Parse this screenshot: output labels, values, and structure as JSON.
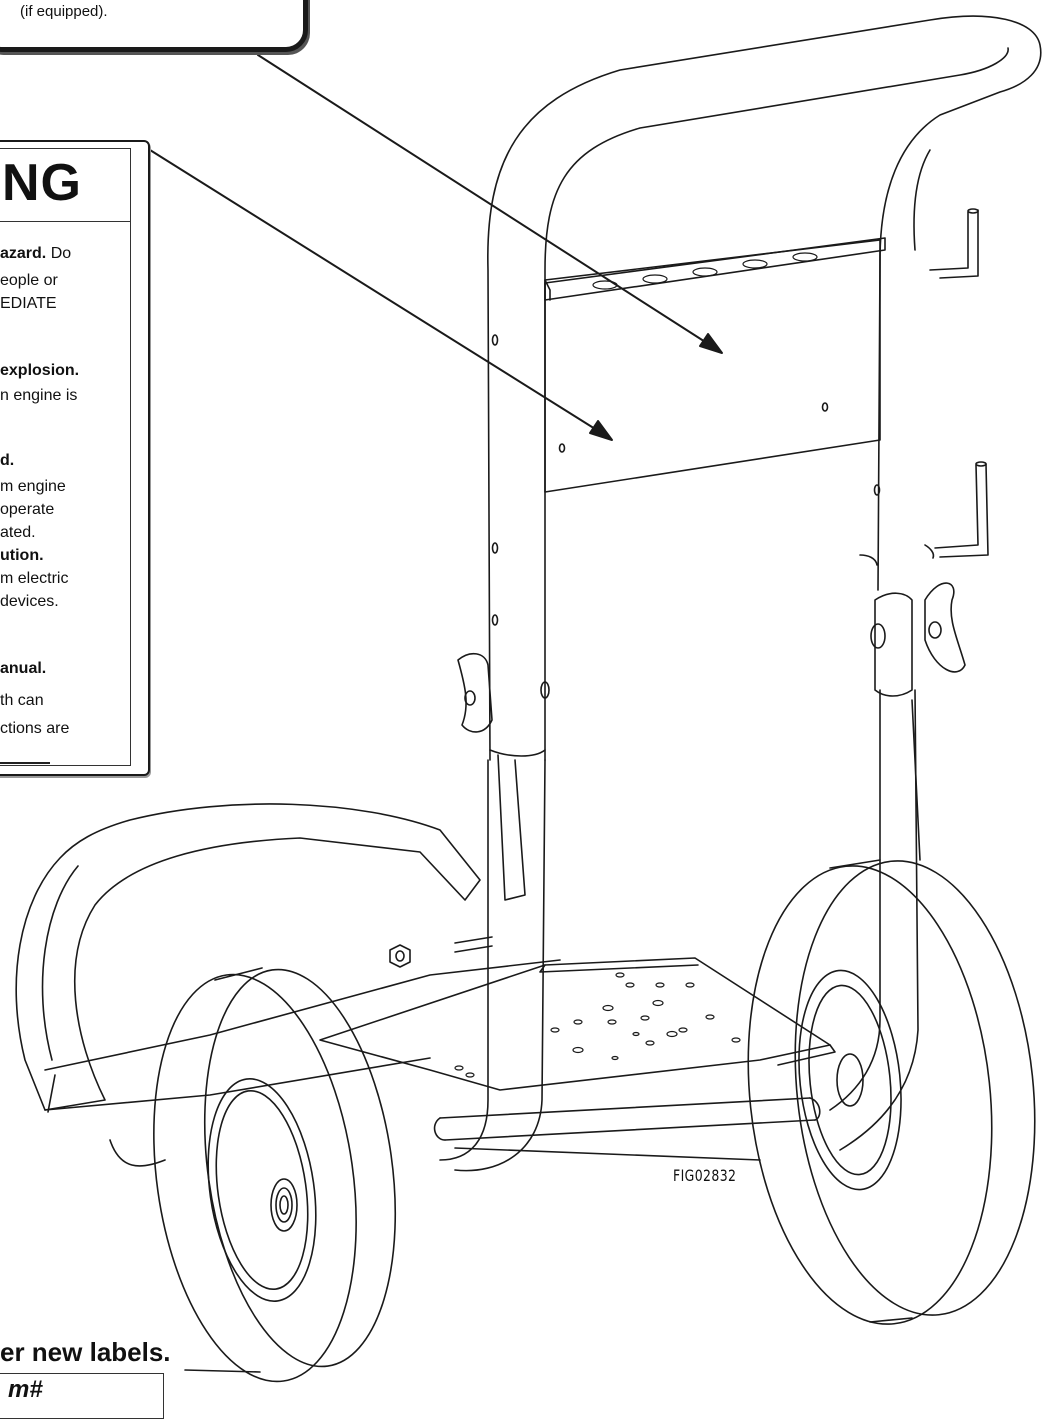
{
  "top_label": {
    "text": "(if equipped)."
  },
  "warning_label": {
    "heading": "NG",
    "lines": [
      {
        "text": "azard.",
        "tail": "Do",
        "bold": true
      },
      {
        "text": "eople or",
        "bold": false
      },
      {
        "text": "EDIATE",
        "bold": false
      },
      {
        "text": "explosion.",
        "bold": true
      },
      {
        "text": "n engine is",
        "bold": false
      },
      {
        "text": "d.",
        "bold": true
      },
      {
        "text": "m engine",
        "bold": false
      },
      {
        "text": "operate",
        "bold": false
      },
      {
        "text": "ated.",
        "bold": false
      },
      {
        "text": "ution.",
        "bold": true
      },
      {
        "text": "m electric",
        "bold": false
      },
      {
        "text": "devices.",
        "bold": false
      },
      {
        "text": "anual.",
        "bold": true
      },
      {
        "text": "th can",
        "bold": false
      },
      {
        "text": "ctions are",
        "bold": false
      }
    ]
  },
  "figure_id": "FIG02832",
  "bottom_caption": "er new labels.",
  "bottom_box_text": "m#"
}
